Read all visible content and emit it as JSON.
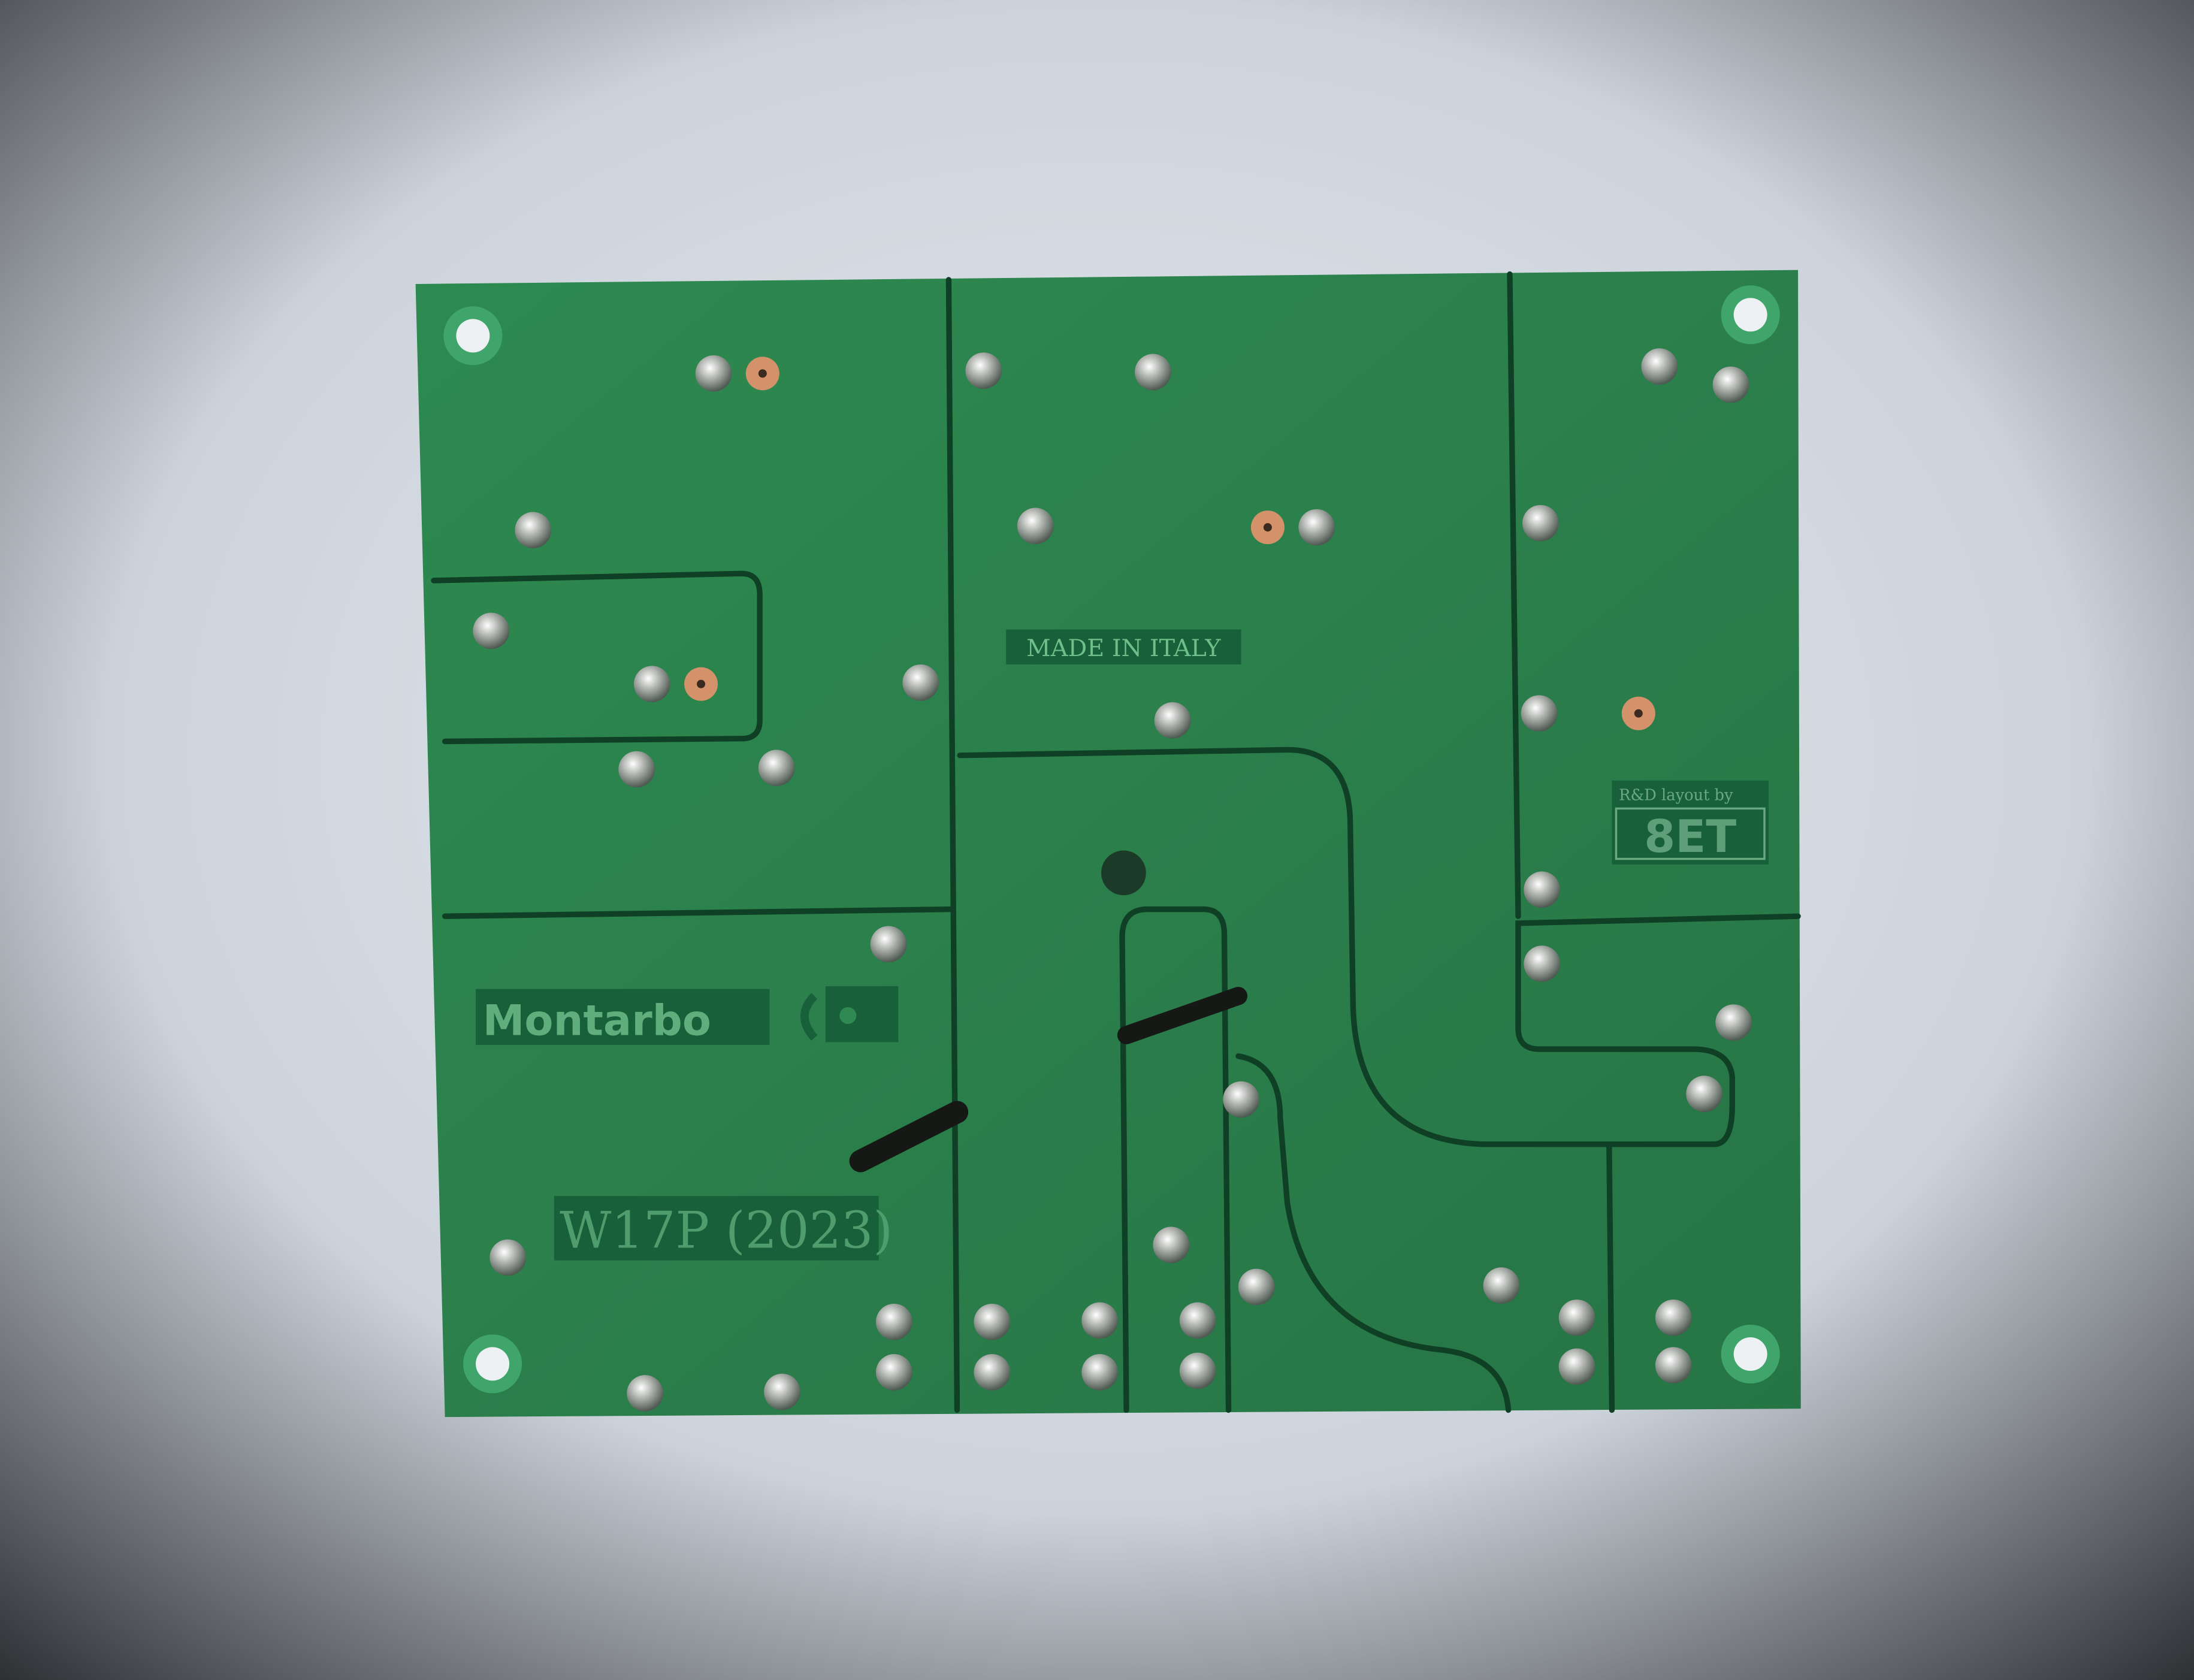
{
  "board": {
    "made_in": "MADE IN ITALY",
    "brand": "Montarbo",
    "model": "W17P (2023)",
    "credit_line": "R&D layout by",
    "credit_logo": "8ET"
  },
  "colors": {
    "background": "#d6dbe2",
    "pcb": "#2f8a52",
    "trace_gap": "#0f3f24",
    "silk_box": "#17603a",
    "silk_text": "#5fae7c",
    "solder": "#c9cbc8",
    "copper": "#d4926a"
  }
}
